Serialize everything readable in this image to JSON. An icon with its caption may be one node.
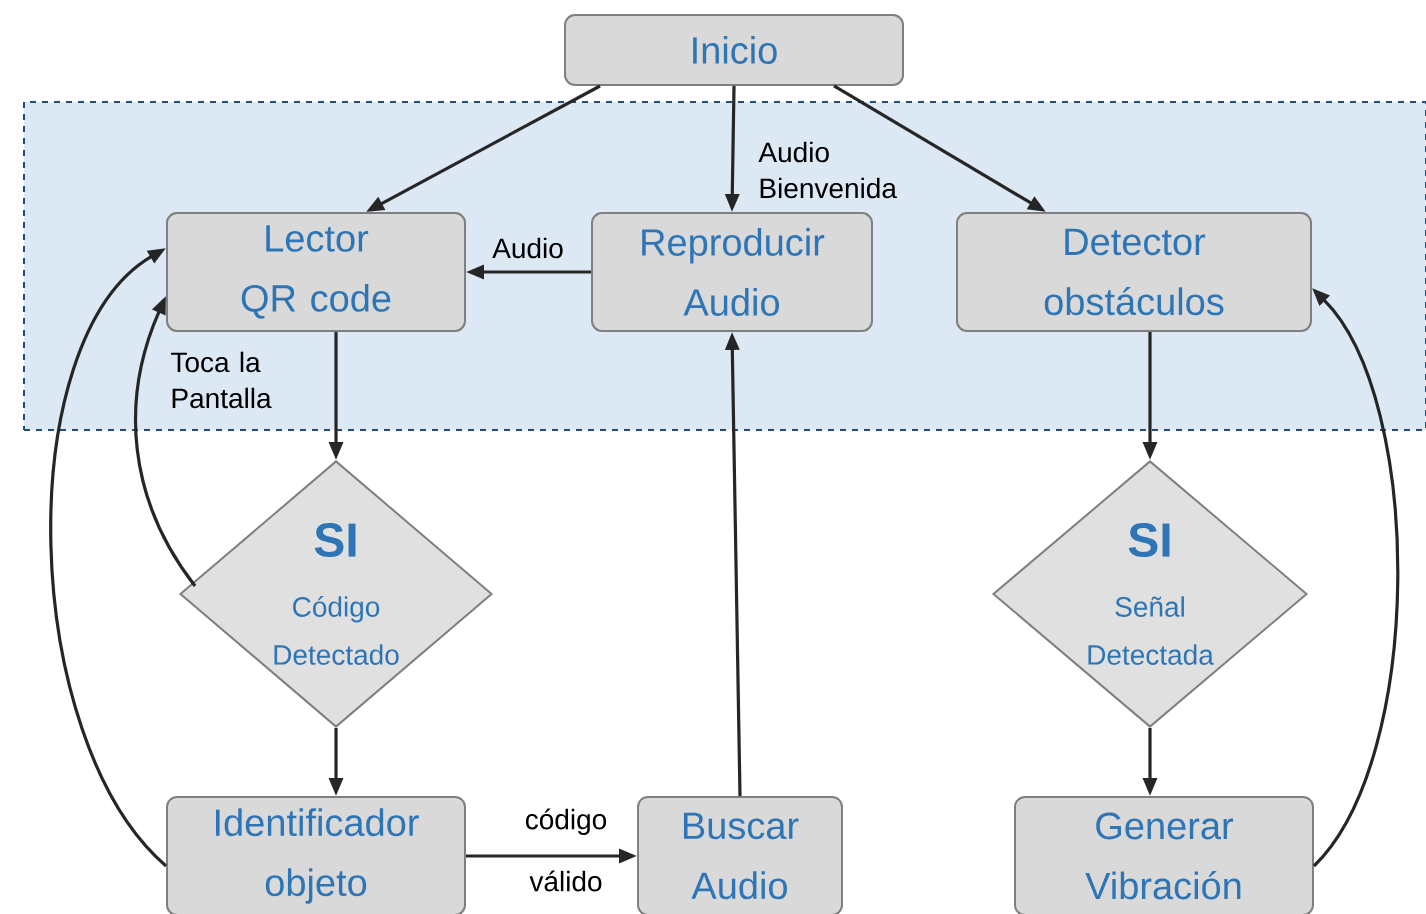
{
  "diagram": {
    "nodes": [
      {
        "text": [
          "Inicio"
        ]
      },
      {
        "text": [],
        "shape": "band"
      },
      {
        "text": [
          "Lector QR code"
        ],
        "in": 1
      },
      {
        "text": [
          "Reproducir Audio"
        ],
        "in": 1
      },
      {
        "text": [
          "Detector obstáculos"
        ],
        "in": 1
      },
      {
        "text": [
          "SI",
          "Código Detectado"
        ]
      },
      {
        "text": [
          "SI",
          "Señal Detectada"
        ]
      },
      {
        "text": [
          "Identificador objeto"
        ]
      },
      {
        "text": [
          "Buscar Audio"
        ]
      },
      {
        "text": [
          "Generar Vibración"
        ]
      }
    ],
    "edges": [
      {
        "from": 0,
        "to": 2,
        "arrow": "to"
      },
      {
        "from": 0,
        "to": 3,
        "arrow": "to",
        "label": "Audio Bienvenida"
      },
      {
        "from": 0,
        "to": 4,
        "arrow": "to"
      },
      {
        "from": 3,
        "to": 2,
        "arrow": "to",
        "label": "Audio"
      },
      {
        "from": 2,
        "to": 5,
        "arrow": "to"
      },
      {
        "from": 5,
        "to": 2,
        "arrow": "to",
        "label": "Toca la Pantalla"
      },
      {
        "from": 5,
        "to": 7,
        "arrow": "to"
      },
      {
        "from": 7,
        "to": 2,
        "arrow": "to"
      },
      {
        "from": 7,
        "to": 8,
        "arrow": "to",
        "label": "código válido"
      },
      {
        "from": 8,
        "to": 3,
        "arrow": "to"
      },
      {
        "from": 4,
        "to": 6,
        "arrow": "to"
      },
      {
        "from": 6,
        "to": 9,
        "arrow": "to"
      },
      {
        "from": 9,
        "to": 4,
        "arrow": "to"
      }
    ]
  }
}
